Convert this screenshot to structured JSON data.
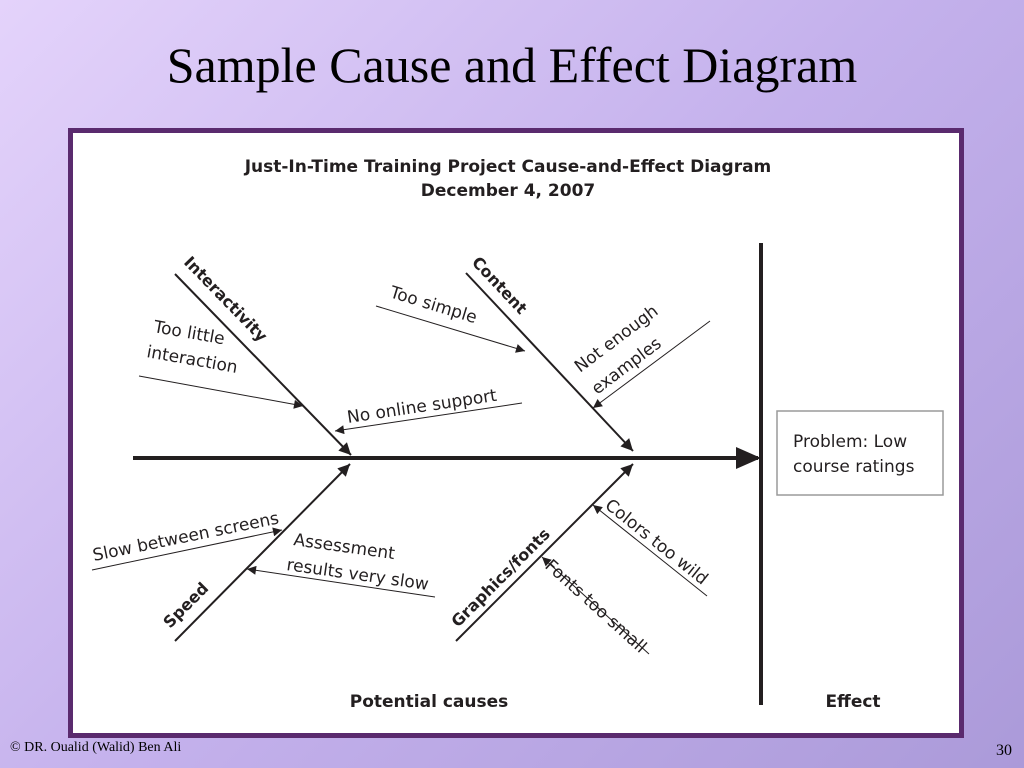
{
  "slide": {
    "title": "Sample Cause and Effect Diagram",
    "footer": "© DR. Oualid (Walid) Ben Ali",
    "page_number": "30"
  },
  "diagram": {
    "title": "Just-In-Time Training Project Cause-and-Effect Diagram",
    "date": "December 4, 2007",
    "effect_box": {
      "line1": "Problem: Low",
      "line2": "course ratings"
    },
    "bottom_labels": {
      "causes": "Potential causes",
      "effect": "Effect"
    },
    "categories": {
      "interactivity": {
        "label": "Interactivity",
        "causes": [
          "Too little",
          "interaction",
          "No online support"
        ]
      },
      "content": {
        "label": "Content",
        "causes": [
          "Too simple",
          "Not enough",
          "examples"
        ]
      },
      "speed": {
        "label": "Speed",
        "causes": [
          "Slow between screens",
          "Assessment",
          "results very slow"
        ]
      },
      "graphics": {
        "label": "Graphics/fonts",
        "causes": [
          "Colors too wild",
          "Fonts too small"
        ]
      }
    }
  }
}
